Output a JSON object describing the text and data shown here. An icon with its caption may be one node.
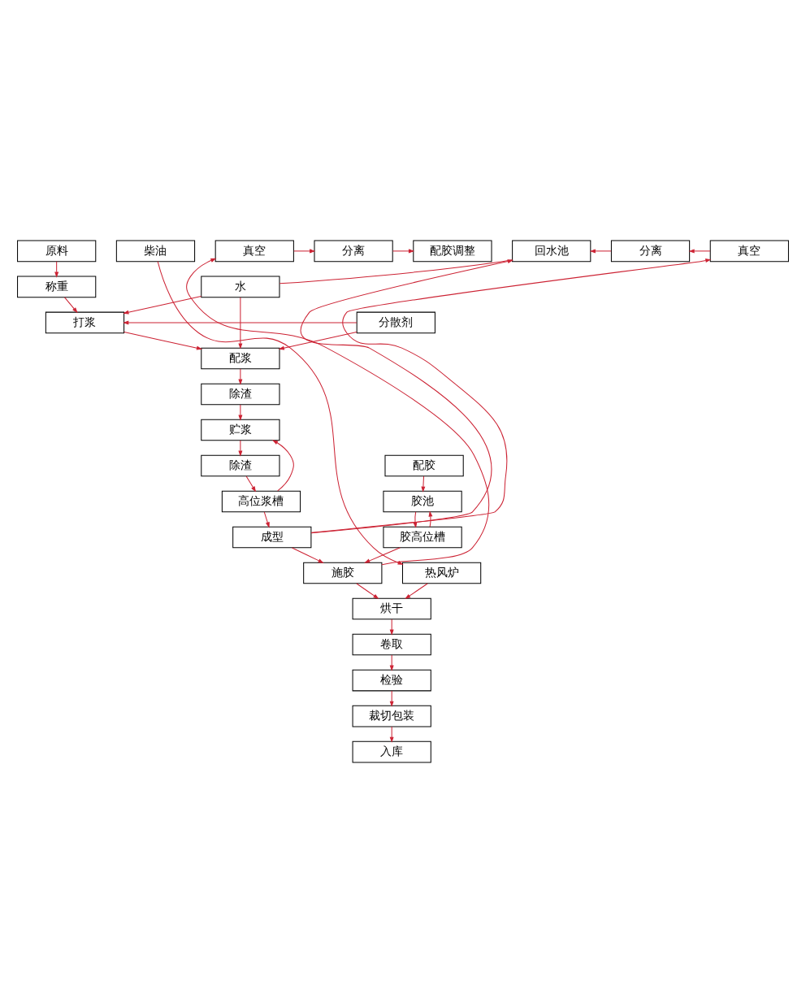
{
  "diagram": {
    "nodes": [
      {
        "text": [
          "原料"
        ]
      },
      {
        "text": [
          "水"
        ]
      },
      {
        "text": [
          "称重"
        ]
      },
      {
        "text": [
          "打浆"
        ]
      },
      {
        "text": [
          "分散剂"
        ]
      },
      {
        "text": [
          "配浆"
        ]
      },
      {
        "text": [
          "除渣"
        ]
      },
      {
        "text": [
          "贮浆"
        ]
      },
      {
        "text": [
          "配胶"
        ]
      },
      {
        "text": [
          "回水池"
        ]
      },
      {
        "text": [
          "除渣"
        ]
      },
      {
        "text": [
          "胶池"
        ]
      },
      {
        "text": [
          "配胶调整"
        ]
      },
      {
        "text": [
          "分离"
        ]
      },
      {
        "text": [
          "高位浆槽"
        ]
      },
      {
        "text": [
          "分离"
        ]
      },
      {
        "text": [
          "真空"
        ]
      },
      {
        "text": [
          "成型"
        ]
      },
      {
        "text": [
          "胶高位槽"
        ]
      },
      {
        "text": [
          "真空"
        ]
      },
      {
        "text": [
          "施胶"
        ]
      },
      {
        "text": [
          "热风炉"
        ]
      },
      {
        "text": [
          "烘干"
        ]
      },
      {
        "text": [
          "柴油"
        ]
      },
      {
        "text": [
          "卷取"
        ]
      },
      {
        "text": [
          "检验"
        ]
      },
      {
        "text": [
          "裁切包装"
        ]
      },
      {
        "text": [
          "入库"
        ]
      }
    ],
    "edges": [
      {
        "from": 0,
        "to": 2,
        "arrow": "to",
        "color": "#cc2233"
      },
      {
        "from": 2,
        "to": 3,
        "arrow": "to",
        "color": "#cc2233"
      },
      {
        "from": 1,
        "to": 3,
        "arrow": "to",
        "color": "#cc2233"
      },
      {
        "from": 1,
        "to": 5,
        "arrow": "to",
        "color": "#cc2233"
      },
      {
        "from": 4,
        "to": 3,
        "arrow": "to",
        "color": "#cc2233"
      },
      {
        "from": 4,
        "to": 5,
        "arrow": "to",
        "color": "#cc2233"
      },
      {
        "from": 3,
        "to": 5,
        "arrow": "to",
        "color": "#cc2233"
      },
      {
        "from": 5,
        "to": 6,
        "arrow": "to",
        "color": "#cc2233"
      },
      {
        "from": 6,
        "to": 7,
        "arrow": "to",
        "color": "#cc2233"
      },
      {
        "from": 7,
        "to": 10,
        "arrow": "to",
        "color": "#cc2233"
      },
      {
        "from": 10,
        "to": 14,
        "arrow": "to",
        "color": "#cc2233"
      },
      {
        "from": 14,
        "to": 7,
        "arrow": "to",
        "color": "#cc2233"
      },
      {
        "from": 14,
        "to": 17,
        "arrow": "to",
        "color": "#cc2233"
      },
      {
        "from": 17,
        "to": 16,
        "arrow": "to",
        "color": "#cc2233"
      },
      {
        "from": 17,
        "to": 9,
        "arrow": "to",
        "color": "#cc2233"
      },
      {
        "from": 16,
        "to": 13,
        "arrow": "to",
        "color": "#cc2233"
      },
      {
        "from": 13,
        "to": 9,
        "arrow": "to",
        "color": "#cc2233"
      },
      {
        "from": 9,
        "to": 1,
        "arrow": "none",
        "color": "#cc2233"
      },
      {
        "from": 8,
        "to": 11,
        "arrow": "to",
        "color": "#cc2233"
      },
      {
        "from": 11,
        "to": 18,
        "arrow": "to",
        "color": "#cc2233"
      },
      {
        "from": 18,
        "to": 11,
        "arrow": "to",
        "color": "#cc2233"
      },
      {
        "from": 17,
        "to": 20,
        "arrow": "to",
        "color": "#cc2233"
      },
      {
        "from": 18,
        "to": 20,
        "arrow": "to",
        "color": "#cc2233"
      },
      {
        "from": 20,
        "to": 19,
        "arrow": "to",
        "color": "#cc2233"
      },
      {
        "from": 19,
        "to": 15,
        "arrow": "to",
        "color": "#cc2233"
      },
      {
        "from": 15,
        "to": 12,
        "arrow": "to",
        "color": "#cc2233"
      },
      {
        "from": 20,
        "to": 22,
        "arrow": "to",
        "color": "#cc2233"
      },
      {
        "from": 21,
        "to": 22,
        "arrow": "to",
        "color": "#cc2233"
      },
      {
        "from": 23,
        "to": 21,
        "arrow": "to",
        "color": "#cc2233"
      },
      {
        "from": 22,
        "to": 24,
        "arrow": "to",
        "color": "#cc2233"
      },
      {
        "from": 24,
        "to": 25,
        "arrow": "to",
        "color": "#cc2233"
      },
      {
        "from": 25,
        "to": 26,
        "arrow": "to",
        "color": "#cc2233"
      },
      {
        "from": 26,
        "to": 27,
        "arrow": "to",
        "color": "#cc2233"
      }
    ]
  }
}
